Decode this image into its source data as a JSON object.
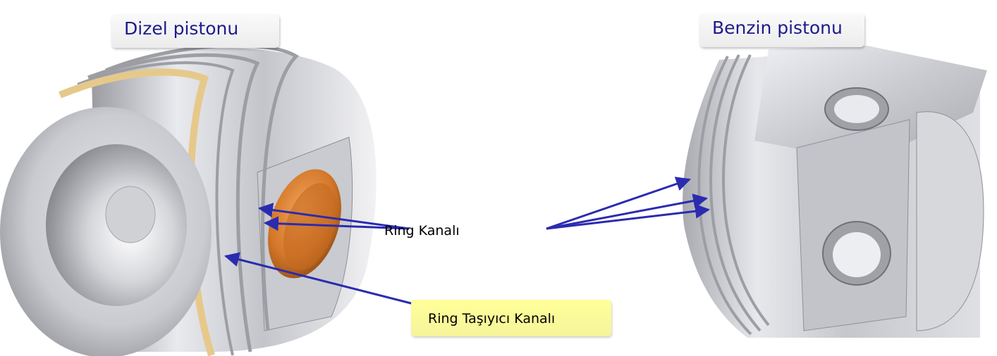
{
  "diagram": {
    "diesel_title": "Dizel pistonu",
    "petrol_title": "Benzin pistonu",
    "ring_groove_label": "Ring Kanalı",
    "ring_carrier_label": "Ring Taşıyıcı Kanalı"
  },
  "colors": {
    "title_text": "#1e1b8c",
    "arrow": "#2b2bb0",
    "carrier_highlight": "#ffff99",
    "bronze_bushing": "#d4782a",
    "carrier_ring": "#e6c98a"
  },
  "icons": [
    "arrow-icon"
  ]
}
